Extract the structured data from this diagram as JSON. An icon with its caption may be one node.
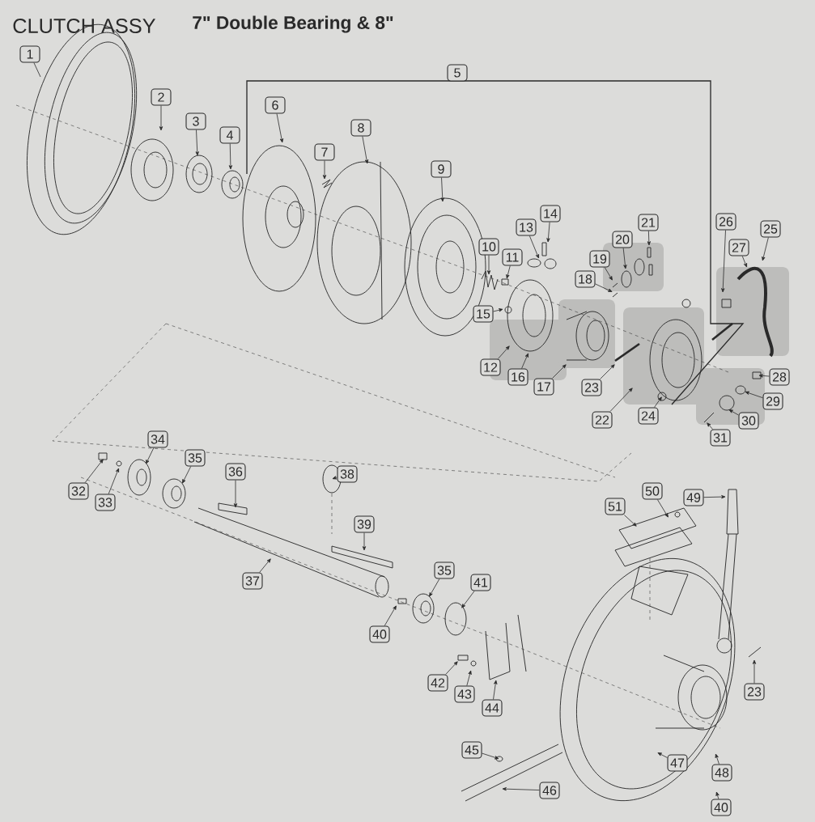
{
  "diagram": {
    "title": "CLUTCH ASSY",
    "nodes": [
      {
        "text": [
          "1"
        ]
      },
      {
        "text": [
          "2"
        ]
      },
      {
        "text": [
          "3"
        ]
      },
      {
        "text": [
          "4"
        ]
      },
      {
        "text": [
          "5"
        ]
      },
      {
        "text": [
          "6"
        ]
      },
      {
        "text": [
          "7"
        ]
      },
      {
        "text": [
          "8"
        ]
      },
      {
        "text": [
          "9"
        ]
      },
      {
        "text": [
          "10"
        ]
      },
      {
        "text": [
          "11"
        ]
      },
      {
        "text": [
          "12"
        ]
      },
      {
        "text": [
          "13"
        ]
      },
      {
        "text": [
          "14"
        ]
      },
      {
        "text": [
          "15"
        ]
      },
      {
        "text": [
          "16"
        ]
      },
      {
        "text": [
          "17"
        ]
      },
      {
        "text": [
          "18"
        ]
      },
      {
        "text": [
          "19"
        ]
      },
      {
        "text": [
          "20"
        ]
      },
      {
        "text": [
          "21"
        ]
      },
      {
        "text": [
          "22"
        ]
      },
      {
        "text": [
          "23"
        ]
      },
      {
        "text": [
          "24"
        ]
      },
      {
        "text": [
          "25"
        ]
      },
      {
        "text": [
          "26"
        ]
      },
      {
        "text": [
          "27"
        ]
      },
      {
        "text": [
          "28"
        ]
      },
      {
        "text": [
          "29"
        ]
      },
      {
        "text": [
          "30"
        ]
      },
      {
        "text": [
          "31"
        ]
      },
      {
        "text": [
          "32"
        ]
      },
      {
        "text": [
          "33"
        ]
      },
      {
        "text": [
          "34"
        ]
      },
      {
        "text": [
          "35"
        ]
      },
      {
        "text": [
          "36"
        ]
      },
      {
        "text": [
          "37"
        ]
      },
      {
        "text": [
          "38"
        ]
      },
      {
        "text": [
          "39"
        ]
      },
      {
        "text": [
          "40"
        ]
      },
      {
        "text": [
          "35"
        ]
      },
      {
        "text": [
          "41"
        ]
      },
      {
        "text": [
          "42"
        ]
      },
      {
        "text": [
          "43"
        ]
      },
      {
        "text": [
          "44"
        ]
      },
      {
        "text": [
          "45"
        ]
      },
      {
        "text": [
          "46"
        ]
      },
      {
        "text": [
          "47"
        ]
      },
      {
        "text": [
          "48"
        ]
      },
      {
        "text": [
          "49"
        ]
      },
      {
        "text": [
          "50"
        ]
      },
      {
        "text": [
          "51"
        ]
      },
      {
        "text": [
          "23"
        ]
      },
      {
        "text": [
          "40"
        ]
      }
    ],
    "edges": [
      {
        "from": 0,
        "to": null,
        "arrow": "none"
      },
      {
        "from": 1,
        "to": null,
        "arrow": "to"
      },
      {
        "from": 2,
        "to": null,
        "arrow": "to"
      },
      {
        "from": 3,
        "to": null,
        "arrow": "to"
      },
      {
        "from": 5,
        "to": null,
        "arrow": "to"
      },
      {
        "from": 6,
        "to": null,
        "arrow": "to"
      },
      {
        "from": 7,
        "to": null,
        "arrow": "to"
      },
      {
        "from": 8,
        "to": null,
        "arrow": "to"
      },
      {
        "from": 9,
        "to": null,
        "arrow": "to"
      },
      {
        "from": 10,
        "to": null,
        "arrow": "to"
      },
      {
        "from": 11,
        "to": null,
        "arrow": "to"
      },
      {
        "from": 12,
        "to": null,
        "arrow": "to"
      },
      {
        "from": 13,
        "to": null,
        "arrow": "to"
      },
      {
        "from": 14,
        "to": null,
        "arrow": "to"
      },
      {
        "from": 15,
        "to": null,
        "arrow": "to"
      },
      {
        "from": 16,
        "to": null,
        "arrow": "to"
      },
      {
        "from": 17,
        "to": null,
        "arrow": "to"
      },
      {
        "from": 18,
        "to": null,
        "arrow": "to"
      },
      {
        "from": 19,
        "to": null,
        "arrow": "to"
      },
      {
        "from": 20,
        "to": null,
        "arrow": "to"
      },
      {
        "from": 21,
        "to": null,
        "arrow": "to"
      },
      {
        "from": 22,
        "to": null,
        "arrow": "to"
      },
      {
        "from": 23,
        "to": null,
        "arrow": "to"
      },
      {
        "from": 24,
        "to": null,
        "arrow": "to"
      },
      {
        "from": 25,
        "to": null,
        "arrow": "to"
      },
      {
        "from": 26,
        "to": null,
        "arrow": "to"
      },
      {
        "from": 27,
        "to": null,
        "arrow": "to"
      },
      {
        "from": 28,
        "to": null,
        "arrow": "to"
      },
      {
        "from": 29,
        "to": null,
        "arrow": "to"
      },
      {
        "from": 30,
        "to": null,
        "arrow": "to"
      },
      {
        "from": 31,
        "to": null,
        "arrow": "to"
      },
      {
        "from": 32,
        "to": null,
        "arrow": "to"
      },
      {
        "from": 33,
        "to": null,
        "arrow": "to"
      },
      {
        "from": 34,
        "to": null,
        "arrow": "to"
      },
      {
        "from": 35,
        "to": null,
        "arrow": "to"
      },
      {
        "from": 36,
        "to": null,
        "arrow": "to"
      },
      {
        "from": 37,
        "to": null,
        "arrow": "to"
      },
      {
        "from": 38,
        "to": null,
        "arrow": "to"
      },
      {
        "from": 39,
        "to": null,
        "arrow": "to"
      },
      {
        "from": 40,
        "to": null,
        "arrow": "to"
      },
      {
        "from": 41,
        "to": null,
        "arrow": "to"
      },
      {
        "from": 42,
        "to": null,
        "arrow": "to"
      },
      {
        "from": 43,
        "to": null,
        "arrow": "to"
      },
      {
        "from": 44,
        "to": null,
        "arrow": "to"
      },
      {
        "from": 45,
        "to": null,
        "arrow": "to"
      },
      {
        "from": 46,
        "to": null,
        "arrow": "to"
      },
      {
        "from": 47,
        "to": null,
        "arrow": "to"
      },
      {
        "from": 48,
        "to": null,
        "arrow": "to"
      },
      {
        "from": 49,
        "to": null,
        "arrow": "to"
      },
      {
        "from": 50,
        "to": null,
        "arrow": "to"
      },
      {
        "from": 51,
        "to": null,
        "arrow": "to"
      },
      {
        "from": 52,
        "to": null,
        "arrow": "to"
      },
      {
        "from": 53,
        "to": null,
        "arrow": "to"
      }
    ],
    "labels": [
      "7\" Double Bearing & 8\""
    ]
  }
}
